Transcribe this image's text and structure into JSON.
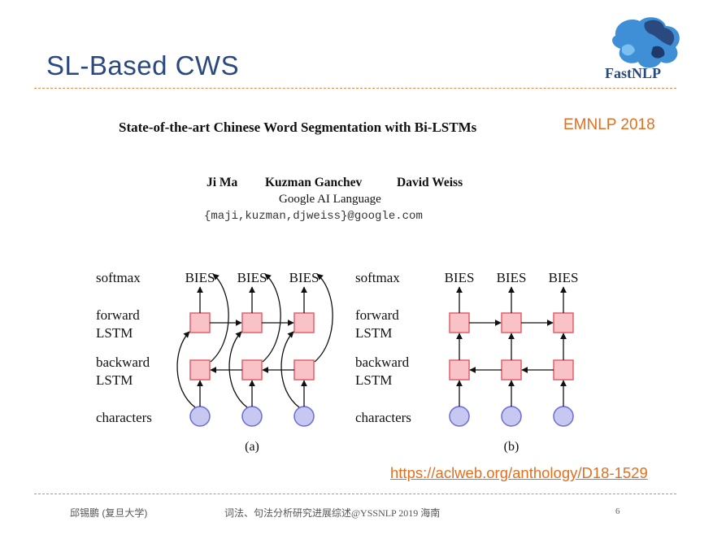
{
  "slide": {
    "title": "SL-Based CWS",
    "logo_text": "FastNLP",
    "page_number": "6"
  },
  "paper": {
    "title": "State-of-the-art Chinese Word Segmentation with Bi-LSTMs",
    "venue": "EMNLP 2018",
    "authors": [
      "Ji Ma",
      "Kuzman Ganchev",
      "David Weiss"
    ],
    "affiliation": "Google AI Language",
    "emails": "{maji,kuzman,djweiss}@google.com"
  },
  "diagram": {
    "panels": [
      {
        "caption": "(a)",
        "rows": [
          "softmax",
          "forward",
          "LSTM",
          "backward",
          "LSTM",
          "characters"
        ],
        "outputs": [
          "BIES",
          "BIES",
          "BIES"
        ]
      },
      {
        "caption": "(b)",
        "rows": [
          "softmax",
          "forward",
          "LSTM",
          "backward",
          "LSTM",
          "characters"
        ],
        "outputs": [
          "BIES",
          "BIES",
          "BIES"
        ]
      }
    ]
  },
  "link": {
    "url": "https://aclweb.org/anthology/D18-1529"
  },
  "footer": {
    "author": "邱锡鹏 (复旦大学)",
    "event": "词法、句法分析研究进展综述@YSSNLP 2019 海南"
  },
  "colors": {
    "title": "#2a4a7f",
    "accent": "#e2701f",
    "lstm_fill": "#f9c2c6",
    "lstm_stroke": "#e0606a",
    "char_fill": "#c6c8f2",
    "char_stroke": "#6a6fd0"
  }
}
